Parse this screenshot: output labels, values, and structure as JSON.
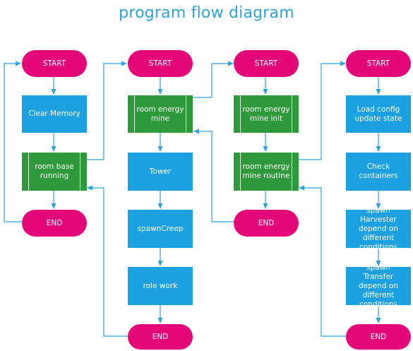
{
  "title": "program flow diagram",
  "colors": {
    "title": "#2aa3dc",
    "terminal": "#e3077a",
    "process": "#1ba0e1",
    "subprocess": "#2f9a3c",
    "connector": "#2aa3dc"
  },
  "col1": {
    "start": "START",
    "clear_memory": "Clear Memory",
    "room_base_running": "room base running",
    "end": "END"
  },
  "col2": {
    "start": "START",
    "room_energy_mine": "room energy mine",
    "tower": "Tower",
    "spawn_creep": "spawnCreep",
    "role_work": "role work",
    "end": "END"
  },
  "col3": {
    "start": "START",
    "room_energy_mine_init": "room energy mine init",
    "room_energy_mine_routine": "room energy mine routine",
    "end": "END"
  },
  "col4": {
    "start": "START",
    "load_config": "Load config update state",
    "check_containers": "Check containers",
    "spawn_harvester": "spawn Harvester depend on different conditions",
    "spawn_transfer": "spawn Transfer depend on different conditions",
    "end": "END"
  }
}
